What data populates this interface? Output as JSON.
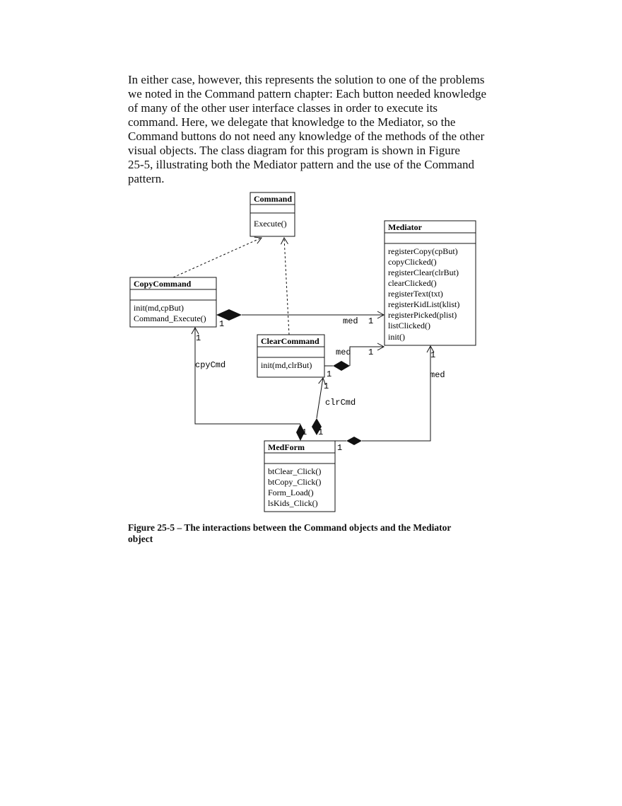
{
  "paragraph": {
    "lines": [
      "In either case, however, this represents the solution to one of the problems",
      "we noted in the Command pattern chapter: Each button needed knowledge",
      "of many of the other user interface classes in order to execute its",
      "command. Here, we delegate that knowledge to the Mediator, so the",
      "Command buttons do not need any knowledge of the methods of the other",
      "visual objects.  The class diagram for this program is shown in Figure",
      "25-5, illustrating both the Mediator pattern and the use of the Command",
      "pattern."
    ]
  },
  "diagram": {
    "classes": {
      "command": {
        "name": "Command",
        "operations": [
          "Execute()"
        ]
      },
      "mediator": {
        "name": "Mediator",
        "operations": [
          "registerCopy(cpBut)",
          "copyClicked()",
          "registerClear(clrBut)",
          "clearClicked()",
          "registerText(txt)",
          "registerKidList(klist)",
          "registerPicked(plist)",
          "listClicked()",
          "init()"
        ]
      },
      "copy_command": {
        "name": "CopyCommand",
        "operations": [
          "init(md,cpBut)",
          "Command_Execute()"
        ]
      },
      "clear_command": {
        "name": "ClearCommand",
        "operations": [
          "init(md,clrBut)"
        ]
      },
      "med_form": {
        "name": "MedForm",
        "operations": [
          "btClear_Click()",
          "btCopy_Click()",
          "Form_Load()",
          "lsKids_Click()"
        ]
      }
    },
    "labels": {
      "copy_to_mediator_role": "med",
      "copy_to_mediator_mult_end": "1",
      "copy_to_mediator_mult_start": "1",
      "clear_to_mediator_role": "med",
      "clear_to_mediator_mult_end": "1",
      "clear_to_mediator_mult_start": "1",
      "form_to_copy_role": "cpyCmd",
      "form_to_copy_mult_end": "1",
      "form_to_copy_mult_start": "1",
      "form_to_clear_role": "clrCmd",
      "form_to_clear_mult_end": "1",
      "form_to_clear_mult_start": "1",
      "form_to_mediator_role": "med",
      "form_to_mediator_mult_end": "1",
      "form_to_mediator_mult_start": "1"
    }
  },
  "caption": {
    "lines": [
      "Figure 25-5 – The interactions between the Command objects and the Mediator",
      "object"
    ]
  }
}
